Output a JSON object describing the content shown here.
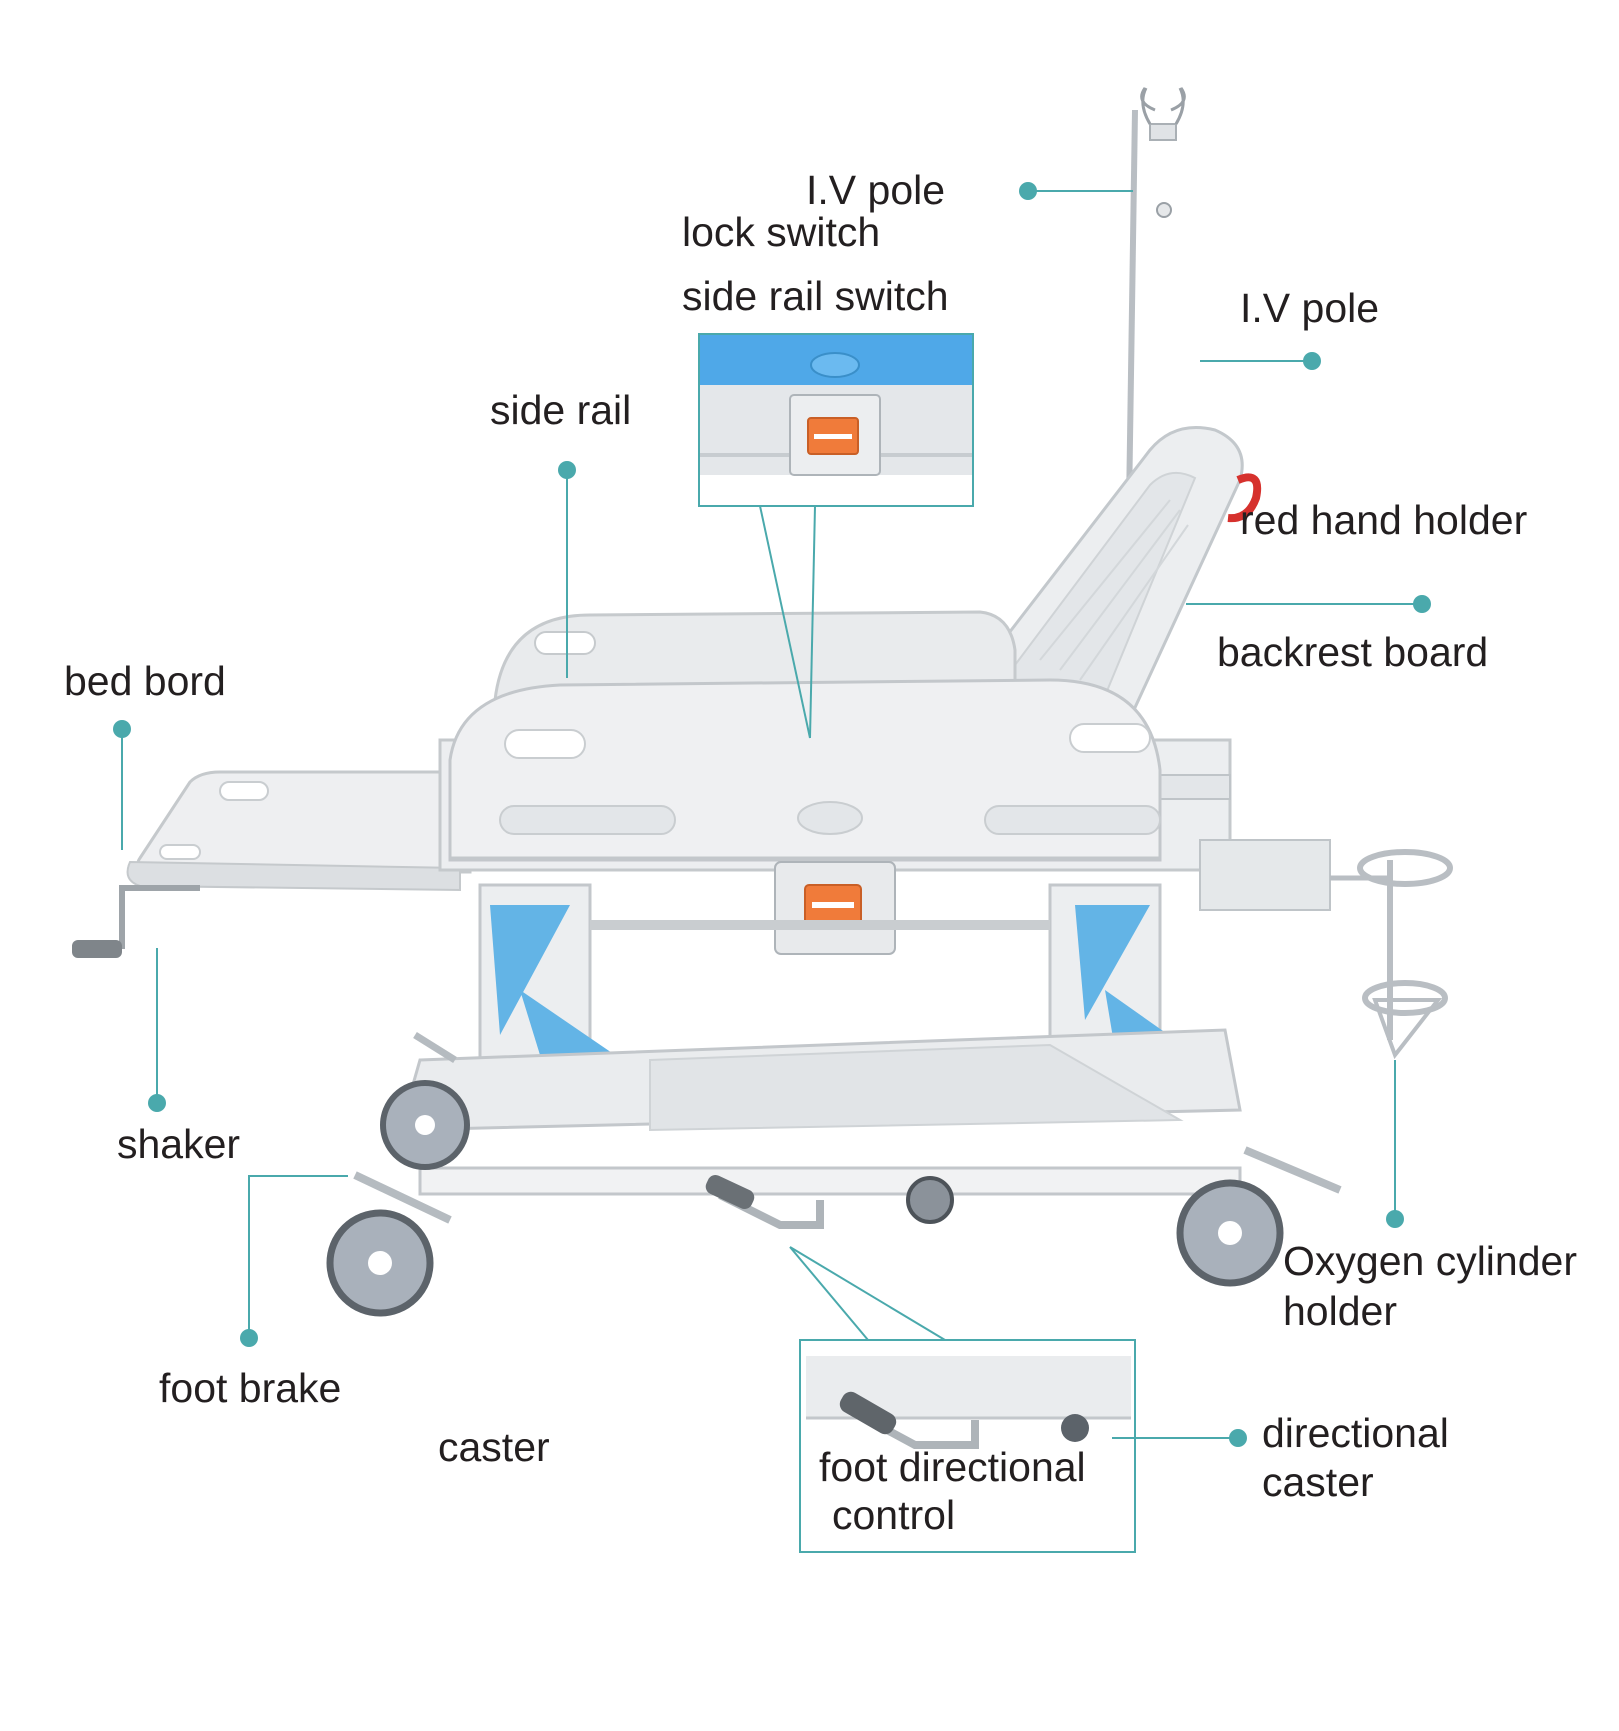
{
  "labels": {
    "iv_pole_1": "I.V pole",
    "lock_switch": "lock switch",
    "side_rail_switch": "side rail switch",
    "iv_pole_2": "I.V pole",
    "side_rail": "side rail",
    "red_hand_holder": "red hand holder",
    "backrest_board": "backrest board",
    "bed_bord": "bed bord",
    "shaker": "shaker",
    "oxygen_line1": "Oxygen cylinder",
    "oxygen_line2": "holder",
    "foot_brake": "foot brake",
    "caster": "caster",
    "directional_line1": "directional",
    "directional_line2": "caster",
    "foot_directional_line1": "foot directional",
    "foot_directional_line2": "control"
  },
  "colors": {
    "callout": "#4aa9ac",
    "text": "#231f20",
    "frame": "#e8eaeb",
    "frame_shade": "#c9cdd0",
    "blue_panel": "#63b4e6",
    "orange_button": "#f07b3a",
    "wheel": "#a9b1bb"
  }
}
